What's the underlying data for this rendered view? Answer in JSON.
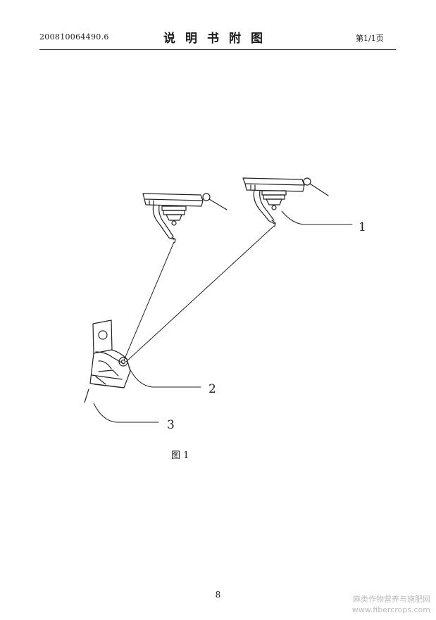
{
  "header": {
    "application_number": "200810064490.6",
    "title": "说明书附图",
    "page_info": "第1/1页"
  },
  "figure": {
    "caption": "图 1",
    "callouts": [
      "1",
      "2",
      "3"
    ]
  },
  "footer": {
    "page_number": "8"
  },
  "watermark": {
    "line1": "麻类作物营养与施肥网",
    "line2": "www.fibercrops.com"
  }
}
